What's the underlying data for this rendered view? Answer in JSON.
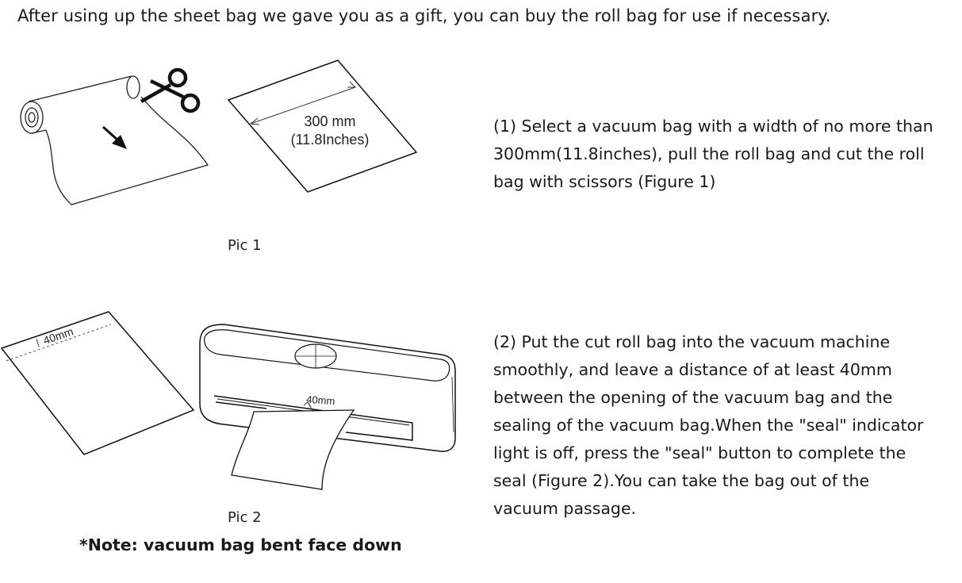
{
  "intro": "After using up the sheet bag we gave you as a gift, you can buy the roll bag for use if necessary.",
  "step1": {
    "text": "(1) Select a vacuum bag with a width of no more than 300mm(11.8inches), pull the roll bag and cut the roll bag with scissors (Figure 1)",
    "figure": {
      "caption": "Pic 1",
      "dim_label_1": "300 mm",
      "dim_label_2": "(11.8Inches)",
      "icons": [
        "roll-bag-icon",
        "scissors-icon",
        "arrow-icon",
        "sheet-bag-icon"
      ]
    }
  },
  "step2": {
    "text": "(2) Put the cut roll bag into the vacuum machine smoothly, and leave a distance of at least 40mm between the opening of the vacuum bag and the sealing of the vacuum bag.When the \"seal\" indicator light is off, press the \"seal\" button to complete the seal (Figure 2).You can take the bag out of the vacuum passage.",
    "figure": {
      "caption": "Pic 2",
      "bag_label": "40mm",
      "machine_label": "40mm",
      "icons": [
        "bag-40mm-icon",
        "vacuum-sealer-icon"
      ]
    }
  },
  "note": "*Note: vacuum bag bent face down"
}
